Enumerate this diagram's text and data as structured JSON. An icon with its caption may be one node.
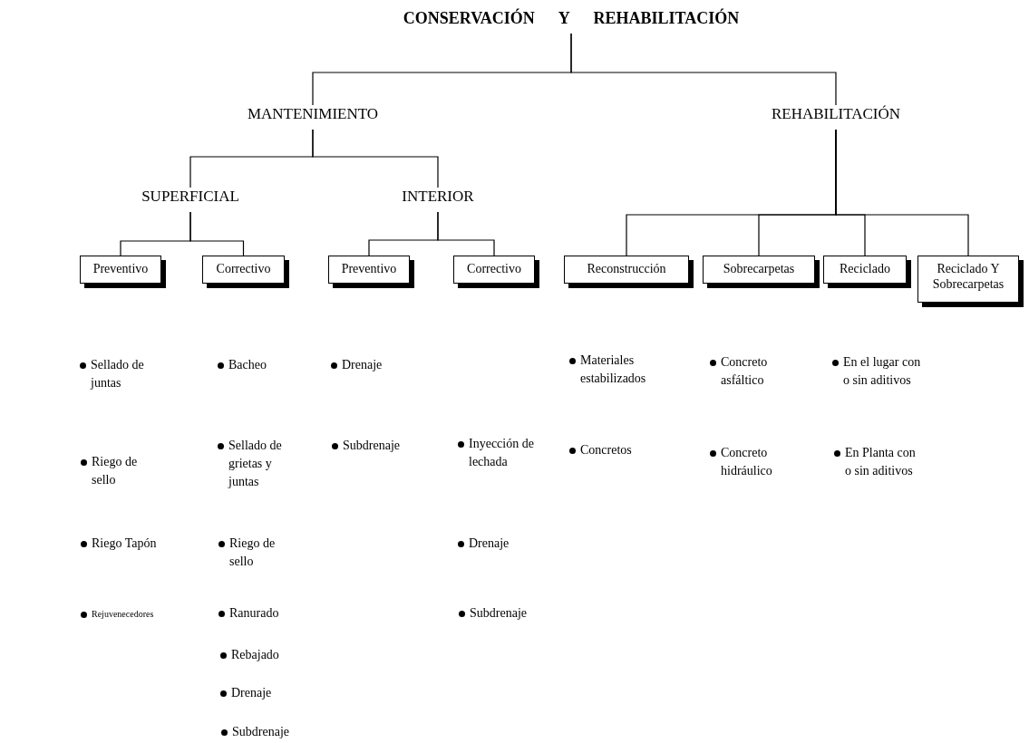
{
  "diagram": {
    "nodes": [
      {
        "text": [
          "CONSERVACIÓN Y REHABILITACIÓN"
        ]
      },
      {
        "text": [
          "MANTENIMIENTO"
        ]
      },
      {
        "text": [
          "REHABILITACIÓN"
        ]
      },
      {
        "text": [
          "SUPERFICIAL"
        ]
      },
      {
        "text": [
          "INTERIOR"
        ]
      },
      {
        "text": [
          "Preventivo"
        ]
      },
      {
        "text": [
          "Correctivo"
        ]
      },
      {
        "text": [
          "Preventivo"
        ]
      },
      {
        "text": [
          "Correctivo"
        ]
      },
      {
        "text": [
          "Reconstrucción"
        ]
      },
      {
        "text": [
          "Sobrecarpetas"
        ]
      },
      {
        "text": [
          "Reciclado"
        ]
      },
      {
        "text": [
          "Reciclado Y Sobrecarpetas"
        ]
      }
    ],
    "edges": [
      {
        "from": 0,
        "to": 1,
        "arrow": "none"
      },
      {
        "from": 0,
        "to": 2,
        "arrow": "none"
      },
      {
        "from": 1,
        "to": 3,
        "arrow": "none"
      },
      {
        "from": 1,
        "to": 4,
        "arrow": "none"
      },
      {
        "from": 3,
        "to": 5,
        "arrow": "none"
      },
      {
        "from": 3,
        "to": 6,
        "arrow": "none"
      },
      {
        "from": 4,
        "to": 7,
        "arrow": "none"
      },
      {
        "from": 4,
        "to": 8,
        "arrow": "none"
      },
      {
        "from": 2,
        "to": 9,
        "arrow": "none"
      },
      {
        "from": 2,
        "to": 10,
        "arrow": "none"
      },
      {
        "from": 2,
        "to": 11,
        "arrow": "none"
      },
      {
        "from": 2,
        "to": 12,
        "arrow": "none"
      }
    ],
    "labels": [
      "Sellado de juntas",
      "Bacheo",
      "Drenaje",
      "Materiales estabilizados",
      "Concreto asfáltico",
      "En el lugar con o sin aditivos",
      "Riego de sello",
      "Sellado de grietas y juntas",
      "Subdrenaje",
      "Inyección de lechada",
      "Concretos",
      "Concreto hidráulico",
      "En Planta con o sin aditivos",
      "Riego Tapón",
      "Riego de sello",
      "Drenaje",
      "Rejuvenecedores",
      "Ranurado",
      "Subdrenaje",
      "Rebajado",
      "Drenaje",
      "Subdrenaje"
    ]
  }
}
